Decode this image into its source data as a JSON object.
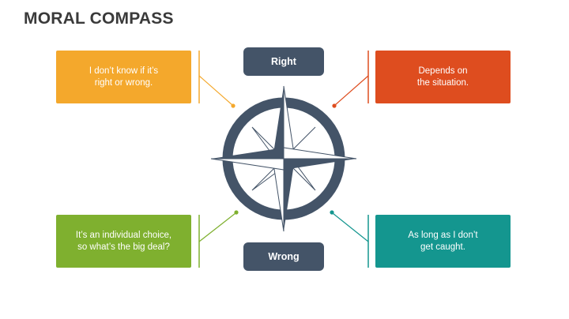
{
  "title": "MORAL COMPASS",
  "labels": {
    "top": "Right",
    "bottom": "Wrong"
  },
  "boxes": {
    "top_left": "I don’t know if it’s\nright or wrong.",
    "top_right": "Depends on\nthe situation.",
    "bottom_left": "It’s an individual choice,\nso what’s the big deal?",
    "bottom_right": "As long as I don’t\nget caught."
  },
  "colors": {
    "top_left": "#f4a82c",
    "top_right": "#de4d1f",
    "bottom_left": "#7fb02f",
    "bottom_right": "#14968f",
    "navy": "#445468"
  },
  "icons": {
    "center": "compass-rose-icon"
  }
}
